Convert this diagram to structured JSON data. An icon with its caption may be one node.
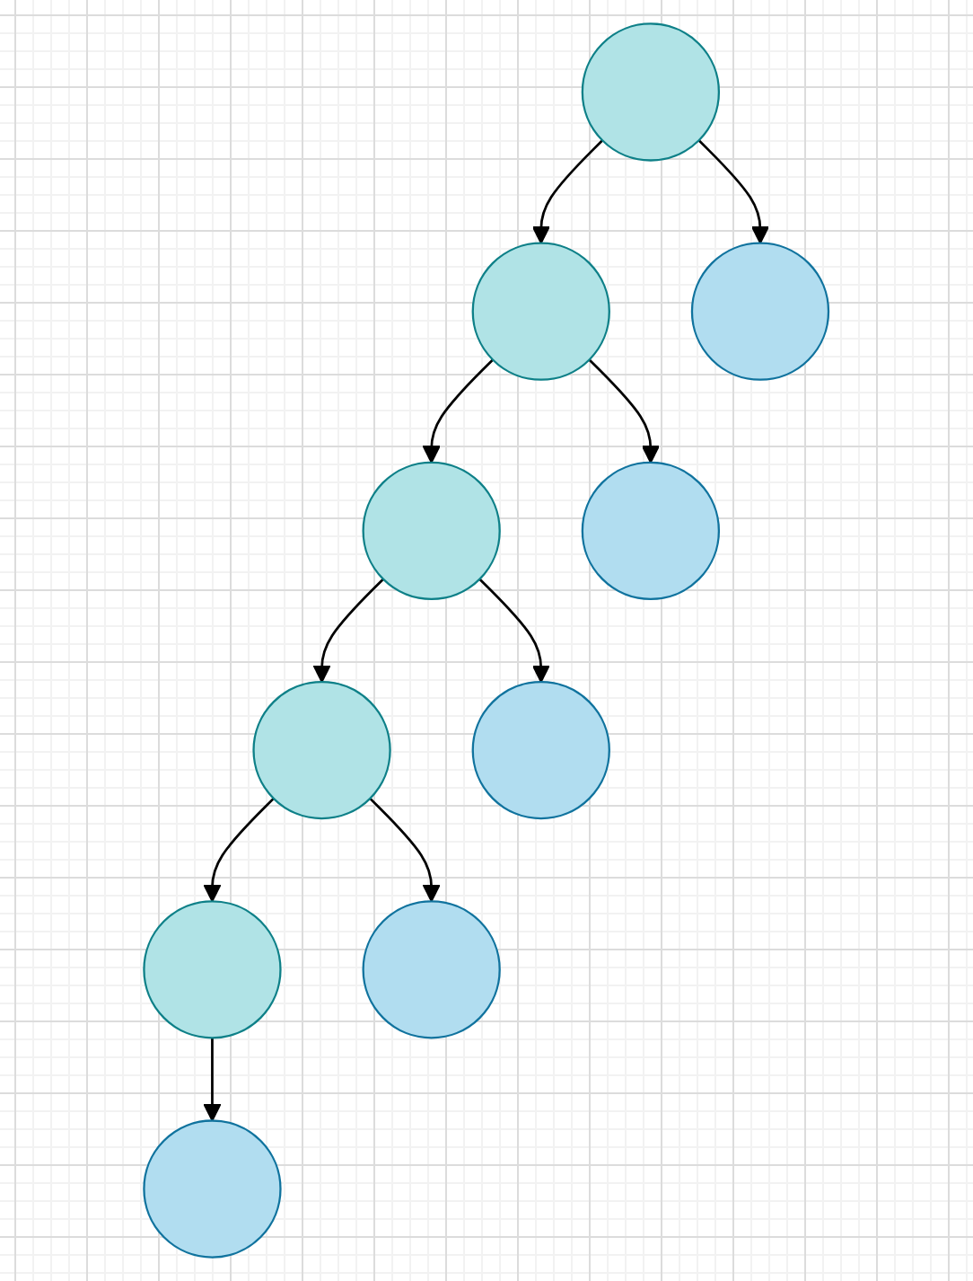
{
  "diagram": {
    "nodes": [
      {
        "text": [],
        "shape": "circle"
      },
      {
        "text": [],
        "shape": "circle"
      },
      {
        "text": [],
        "shape": "circle"
      },
      {
        "text": [],
        "shape": "circle"
      },
      {
        "text": [],
        "shape": "circle"
      },
      {
        "text": [],
        "shape": "circle"
      },
      {
        "text": [],
        "shape": "circle"
      },
      {
        "text": [],
        "shape": "circle"
      },
      {
        "text": [],
        "shape": "circle"
      },
      {
        "text": [],
        "shape": "circle"
      }
    ],
    "edges": [
      {
        "from": 0,
        "to": 1,
        "arrow": "to"
      },
      {
        "from": 0,
        "to": 2,
        "arrow": "to"
      },
      {
        "from": 1,
        "to": 3,
        "arrow": "to"
      },
      {
        "from": 1,
        "to": 4,
        "arrow": "to"
      },
      {
        "from": 3,
        "to": 5,
        "arrow": "to"
      },
      {
        "from": 3,
        "to": 6,
        "arrow": "to"
      },
      {
        "from": 5,
        "to": 7,
        "arrow": "to"
      },
      {
        "from": 5,
        "to": 8,
        "arrow": "to"
      },
      {
        "from": 7,
        "to": 9,
        "arrow": "to"
      }
    ]
  }
}
